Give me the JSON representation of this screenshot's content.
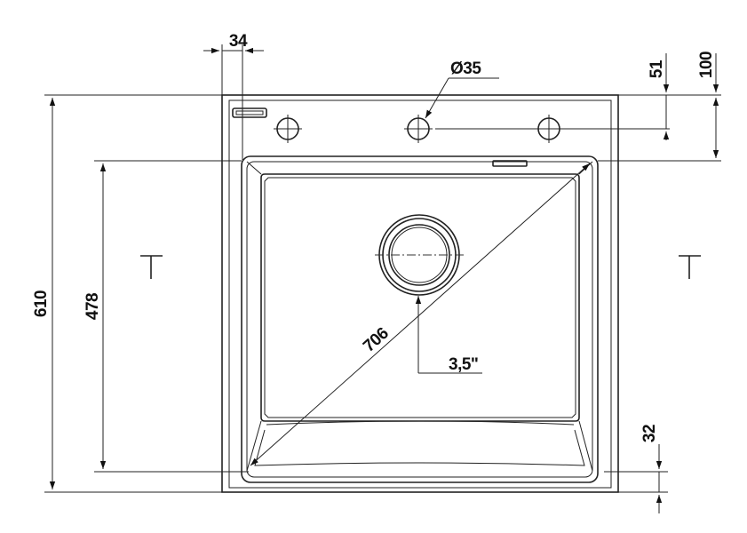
{
  "dimensions": {
    "overall_height": "610",
    "bowl_height": "478",
    "edge_offset": "34",
    "tap_hole_diameter": "Ø35",
    "tap_hole_offset": "51",
    "bowl_offset_top": "100",
    "diagonal": "706",
    "drain_size": "3,5\"",
    "bottom_offset": "32"
  }
}
